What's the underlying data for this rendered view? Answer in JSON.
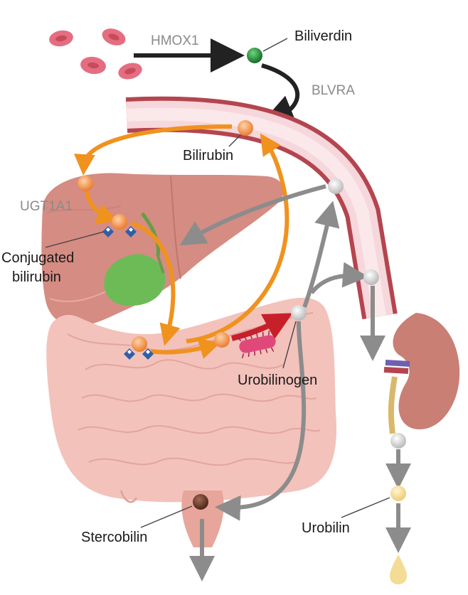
{
  "labels": {
    "hmox1": "HMOX1",
    "biliverdin": "Biliverdin",
    "blvra": "BLVRA",
    "bilirubin": "Bilirubin",
    "ugt1a1": "UGT1A1",
    "conjugated_line1": "Conjugated",
    "conjugated_line2": "bilirubin",
    "urobilinogen": "Urobilinogen",
    "stercobilin": "Stercobilin",
    "urobilin": "Urobilin"
  },
  "colors": {
    "orange_arrow": "#f0921e",
    "grey_arrow": "#8c8c8c",
    "black_arrow": "#222222",
    "red_arrow": "#c8202a",
    "vessel_outer": "#b4454f",
    "vessel_inner": "#f6d7dc",
    "liver": "#d58c83",
    "gallbladder": "#6dbb57",
    "intestine": "#f3c2bb",
    "kidney": "#c97f74",
    "rbc": "#e06d7d",
    "biliverdin_dot": "#1d8b36",
    "bilirubin_dot": "#f39a55",
    "urobilinogen_dot": "#d4d4d4",
    "stercobilin_dot": "#6b3b2c",
    "urobilin_dot": "#f6d891"
  }
}
